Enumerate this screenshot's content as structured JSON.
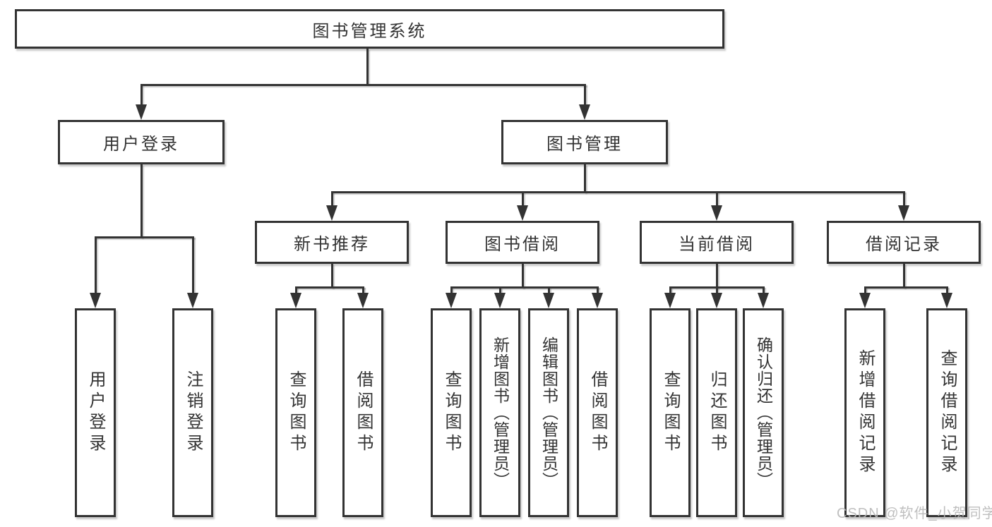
{
  "diagram_title": "图书管理系统",
  "colors": {
    "line": "#333333",
    "text": "#333333",
    "box_fill": "#ffffff",
    "watermark": "#b9b9b9"
  },
  "watermark": {
    "text": "CSDN @软件_小贺同学"
  },
  "nodes": [
    {
      "id": "system",
      "label": "图书管理系统",
      "parent": null
    },
    {
      "id": "user-login",
      "label": "用户登录",
      "parent": "system"
    },
    {
      "id": "book-mgmt",
      "label": "图书管理",
      "parent": "system"
    },
    {
      "id": "new-book-rec",
      "label": "新书推荐",
      "parent": "book-mgmt"
    },
    {
      "id": "book-borrowing",
      "label": "图书借阅",
      "parent": "book-mgmt"
    },
    {
      "id": "current-borrowing",
      "label": "当前借阅",
      "parent": "book-mgmt"
    },
    {
      "id": "borrow-records",
      "label": "借阅记录",
      "parent": "book-mgmt"
    },
    {
      "id": "login",
      "label": "用户登录",
      "parent": "user-login"
    },
    {
      "id": "logout",
      "label": "注销登录",
      "parent": "user-login"
    },
    {
      "id": "nbr-query-books",
      "label": "查询图书",
      "parent": "new-book-rec"
    },
    {
      "id": "nbr-borrow-books",
      "label": "借阅图书",
      "parent": "new-book-rec"
    },
    {
      "id": "bb-query-books",
      "label": "查询图书",
      "parent": "book-borrowing"
    },
    {
      "id": "bb-add-books",
      "label": "新增图书（管理员）",
      "parent": "book-borrowing"
    },
    {
      "id": "bb-edit-books",
      "label": "编辑图书（管理员）",
      "parent": "book-borrowing"
    },
    {
      "id": "bb-borrow-books",
      "label": "借阅图书",
      "parent": "book-borrowing"
    },
    {
      "id": "cb-query-books",
      "label": "查询图书",
      "parent": "current-borrowing"
    },
    {
      "id": "cb-return-books",
      "label": "归还图书",
      "parent": "current-borrowing"
    },
    {
      "id": "cb-confirm-return",
      "label": "确认归还（管理员）",
      "parent": "current-borrowing"
    },
    {
      "id": "br-add-record",
      "label": "新增借阅记录",
      "parent": "borrow-records"
    },
    {
      "id": "br-query-record",
      "label": "查询借阅记录",
      "parent": "borrow-records"
    }
  ]
}
